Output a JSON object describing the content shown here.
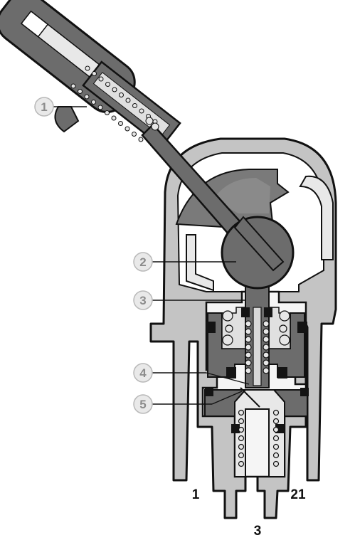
{
  "callouts": [
    {
      "label": "1",
      "part": "lever"
    },
    {
      "label": "2",
      "part": "ball-pivot"
    },
    {
      "label": "3",
      "part": "plunger-stem"
    },
    {
      "label": "4",
      "part": "valve-seat"
    },
    {
      "label": "5",
      "part": "valve-poppet"
    }
  ],
  "ports": {
    "left": "1",
    "right": "21",
    "bottom": "3"
  },
  "colors": {
    "outline": "#111111",
    "housing": "#c4c4c4",
    "dark_part": "#6c6c6c",
    "light_part": "#e8e8e8",
    "seal": "#141414",
    "spring": "#e6e6e6",
    "callout_circle": "#e9e9e9",
    "callout_text": "#8c8c8c"
  }
}
